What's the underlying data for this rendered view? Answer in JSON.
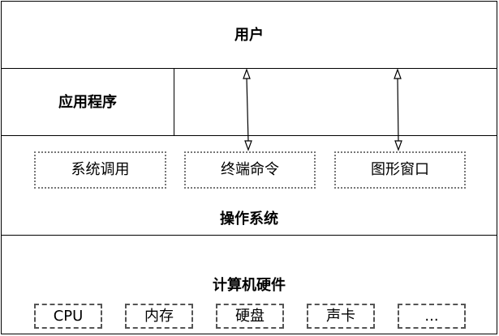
{
  "layers": {
    "user": "用户",
    "application": "应用程序",
    "os": "操作系统",
    "hardware": "计算机硬件"
  },
  "os_interfaces": [
    "系统调用",
    "终端命令",
    "图形窗口"
  ],
  "hardware_items": [
    "CPU",
    "内存",
    "硬盘",
    "声卡",
    "..."
  ]
}
